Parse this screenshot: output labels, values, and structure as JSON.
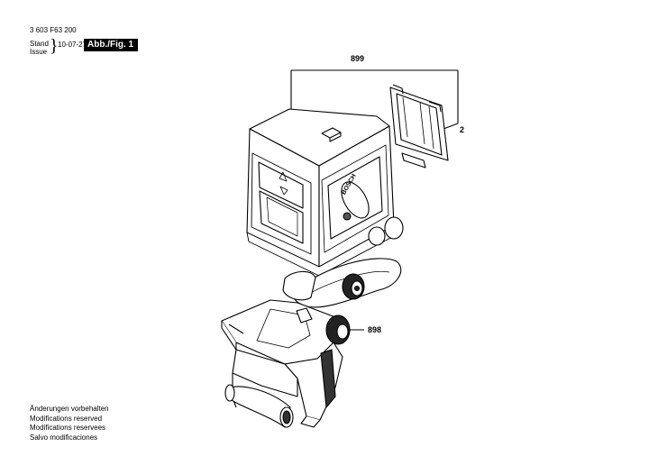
{
  "header": {
    "part_number": "3 603 F63 200",
    "stand_label": "Stand",
    "issue_label": "Issue",
    "date": "10-07-27",
    "figure_label": "Abb./Fig. 1"
  },
  "callouts": {
    "main_unit": "899",
    "cover": "2",
    "clamp": "898"
  },
  "brand": {
    "logo_text": "BOSCH"
  },
  "footer": {
    "notes": [
      "Änderungen vorbehalten",
      "Modifications reserved",
      "Modifications reservees",
      "Salvo modificaciones"
    ]
  }
}
